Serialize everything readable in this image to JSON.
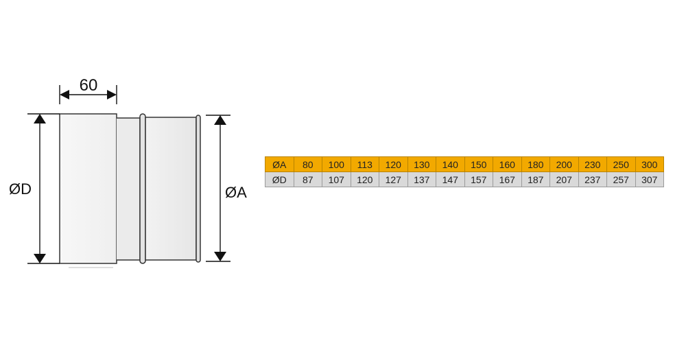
{
  "drawing": {
    "width_dimension": "60",
    "label_d": "ØD",
    "label_a": "ØA"
  },
  "table": {
    "rows": [
      {
        "label": "ØA",
        "values": [
          "80",
          "100",
          "113",
          "120",
          "130",
          "140",
          "150",
          "160",
          "180",
          "200",
          "230",
          "250",
          "300"
        ]
      },
      {
        "label": "ØD",
        "values": [
          "87",
          "107",
          "120",
          "127",
          "137",
          "147",
          "157",
          "167",
          "187",
          "207",
          "237",
          "257",
          "307"
        ]
      }
    ]
  }
}
